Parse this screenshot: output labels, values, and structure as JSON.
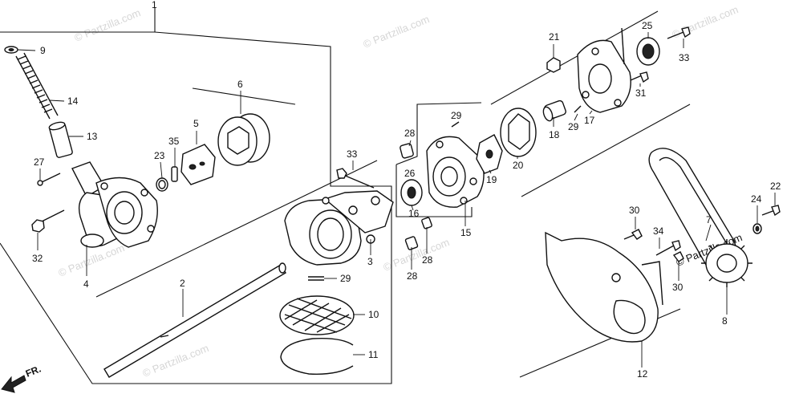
{
  "watermarks": [
    "© Partzilla.com",
    "© Partzilla.com",
    "© Partzilla.com",
    "© Partzilla.com",
    "© Partzilla.com",
    "© Partzilla.com",
    "© Partzilla.com"
  ],
  "front_arrow_label": "FR.",
  "callouts": {
    "c1": "1",
    "c2": "2",
    "c3": "3",
    "c4": "4",
    "c5": "5",
    "c6": "6",
    "c7": "7",
    "c8": "8",
    "c9": "9",
    "c10": "10",
    "c11": "11",
    "c12": "12",
    "c13": "13",
    "c14": "14",
    "c15": "15",
    "c16": "16",
    "c17": "17",
    "c18": "18",
    "c19": "19",
    "c20": "20",
    "c21": "21",
    "c22": "22",
    "c23": "23",
    "c24": "24",
    "c25": "25",
    "c26": "26",
    "c27": "27",
    "c28a": "28",
    "c28b": "28",
    "c28c": "28",
    "c29a": "29",
    "c29b": "29",
    "c29c": "29",
    "c30a": "30",
    "c30b": "30",
    "c31": "31",
    "c32": "32",
    "c33a": "33",
    "c33b": "33",
    "c34": "34",
    "c35": "35"
  }
}
